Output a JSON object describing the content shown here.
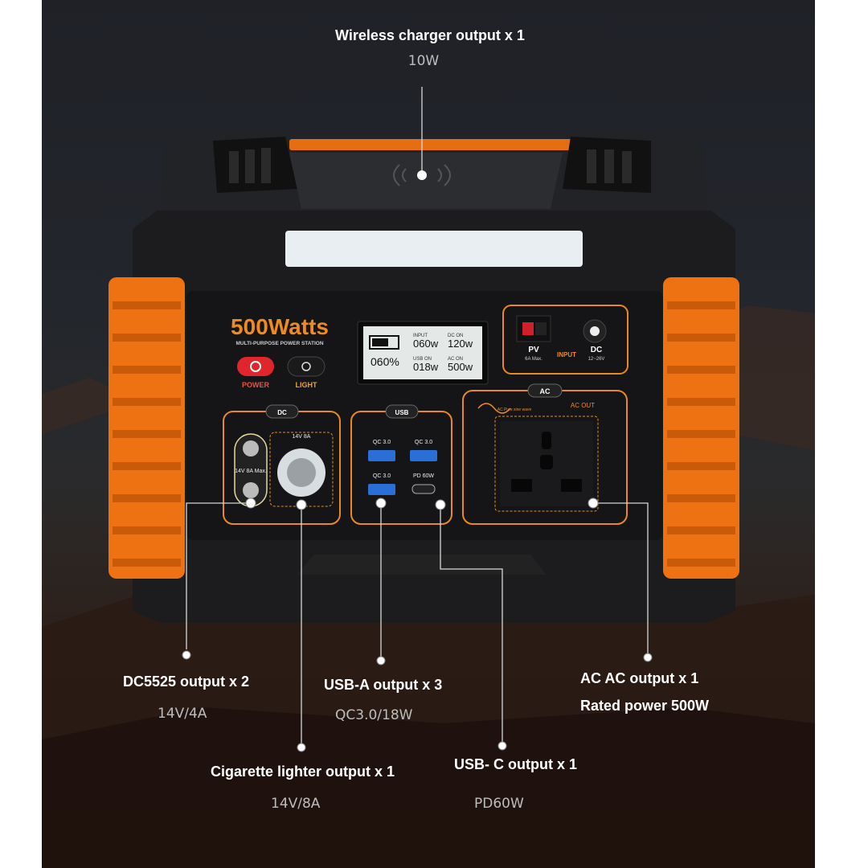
{
  "product": {
    "brand_title": "500Watts",
    "brand_subtitle": "MULTI-PURPOSE POWER STATION",
    "power_label": "POWER",
    "light_label": "LIGHT",
    "dc_section_label": "DC",
    "usb_section_label": "USB",
    "ac_section_label": "AC",
    "ac_out_label": "AC OUT",
    "ac_wave_label": "AC Pure sine wave",
    "dc_port_spec": "14V 8A Max.",
    "cig_port_spec": "14V 8A",
    "qc_label": "QC 3.0",
    "pd_label": "PD 60W",
    "pv_label": "PV",
    "pv_spec": "6A Max.",
    "input_label": "INPUT",
    "dc_in_label": "DC",
    "dc_in_spec": "12~26V"
  },
  "display": {
    "battery_percent": "060%",
    "input_label": "INPUT",
    "input_value": "060w",
    "dc_on_label": "DC ON",
    "dc_on_value": "120w",
    "usb_on_label": "USB ON",
    "usb_on_value": "018w",
    "ac_on_label": "AC ON",
    "ac_on_value": "500w"
  },
  "callouts": {
    "wireless": {
      "title": "Wireless charger output x 1",
      "spec": "10W"
    },
    "dc5525": {
      "title": "DC5525 output x 2",
      "spec": "14V/4A"
    },
    "cigarette": {
      "title": "Cigarette lighter output x 1",
      "spec": "14V/8A"
    },
    "usb_a": {
      "title": "USB-A output x 3",
      "spec": "QC3.0/18W"
    },
    "usb_c": {
      "title": "USB- C output x 1",
      "spec": "PD60W"
    },
    "ac": {
      "title": "AC AC output x 1",
      "spec": "Rated power 500W"
    }
  },
  "colors": {
    "accent": "#f07818",
    "body": "#1c1c1e",
    "panel": "#151517",
    "button_red": "#e0262a"
  }
}
